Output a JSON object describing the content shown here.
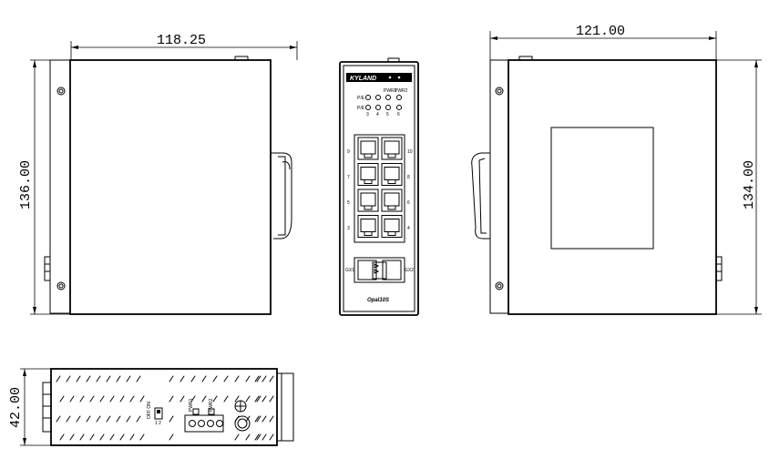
{
  "dimensions": {
    "side_left_width": "118.25",
    "side_left_height": "136.00",
    "side_right_width": "121.00",
    "side_right_height": "134.00",
    "bottom_height": "42.00"
  },
  "front_panel": {
    "brand": "KYLAND",
    "model": "Opal10S",
    "led_row1": "P/E",
    "led_row2": "P/E",
    "pwr1": "PWR1",
    "pwr2": "PWR2",
    "led_nums": [
      "3",
      "4",
      "5",
      "6"
    ],
    "port_left": [
      "9",
      "7",
      "5",
      "3"
    ],
    "port_right": [
      "10",
      "8",
      "6",
      "4"
    ],
    "sfp_left": "GX1",
    "sfp_right": "GX2"
  },
  "bottom_view": {
    "dip_label": "OFF ON",
    "dip_nums": "1 2",
    "pwr1": "PWR1",
    "pwr2": "PWR2"
  }
}
